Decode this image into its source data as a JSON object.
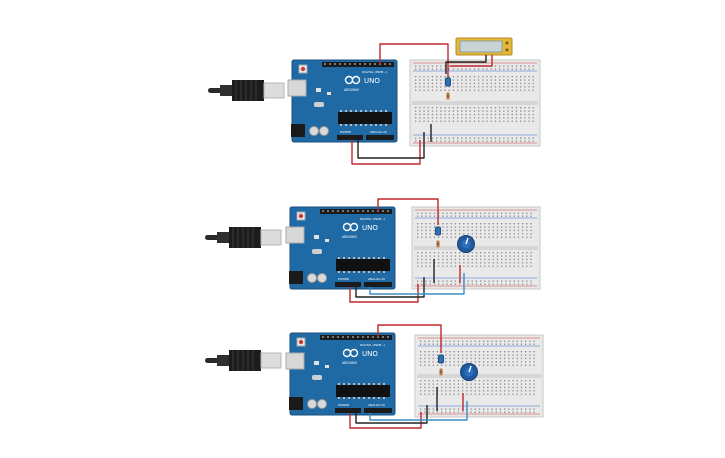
{
  "board": {
    "logo_text": "UNO",
    "brand_text": "ARDUINO",
    "digital_label": "DIGITAL (PWM~)",
    "power_label": "POWER",
    "analog_label": "ANALOG IN",
    "color_pcb": "#1f6aa5",
    "color_pcb_edge": "#184f7c"
  },
  "lcd": {
    "screen_color": "#c7d3d4",
    "frame_color": "#e4b63a"
  },
  "wires": {
    "red": "#c0282d",
    "black": "#222222",
    "blue": "#3b8fc2"
  },
  "circuits": [
    {
      "id": "circuit-1",
      "has_lcd": true,
      "has_potentiometer": false
    },
    {
      "id": "circuit-2",
      "has_lcd": false,
      "has_potentiometer": true
    },
    {
      "id": "circuit-3",
      "has_lcd": false,
      "has_potentiometer": true
    }
  ]
}
